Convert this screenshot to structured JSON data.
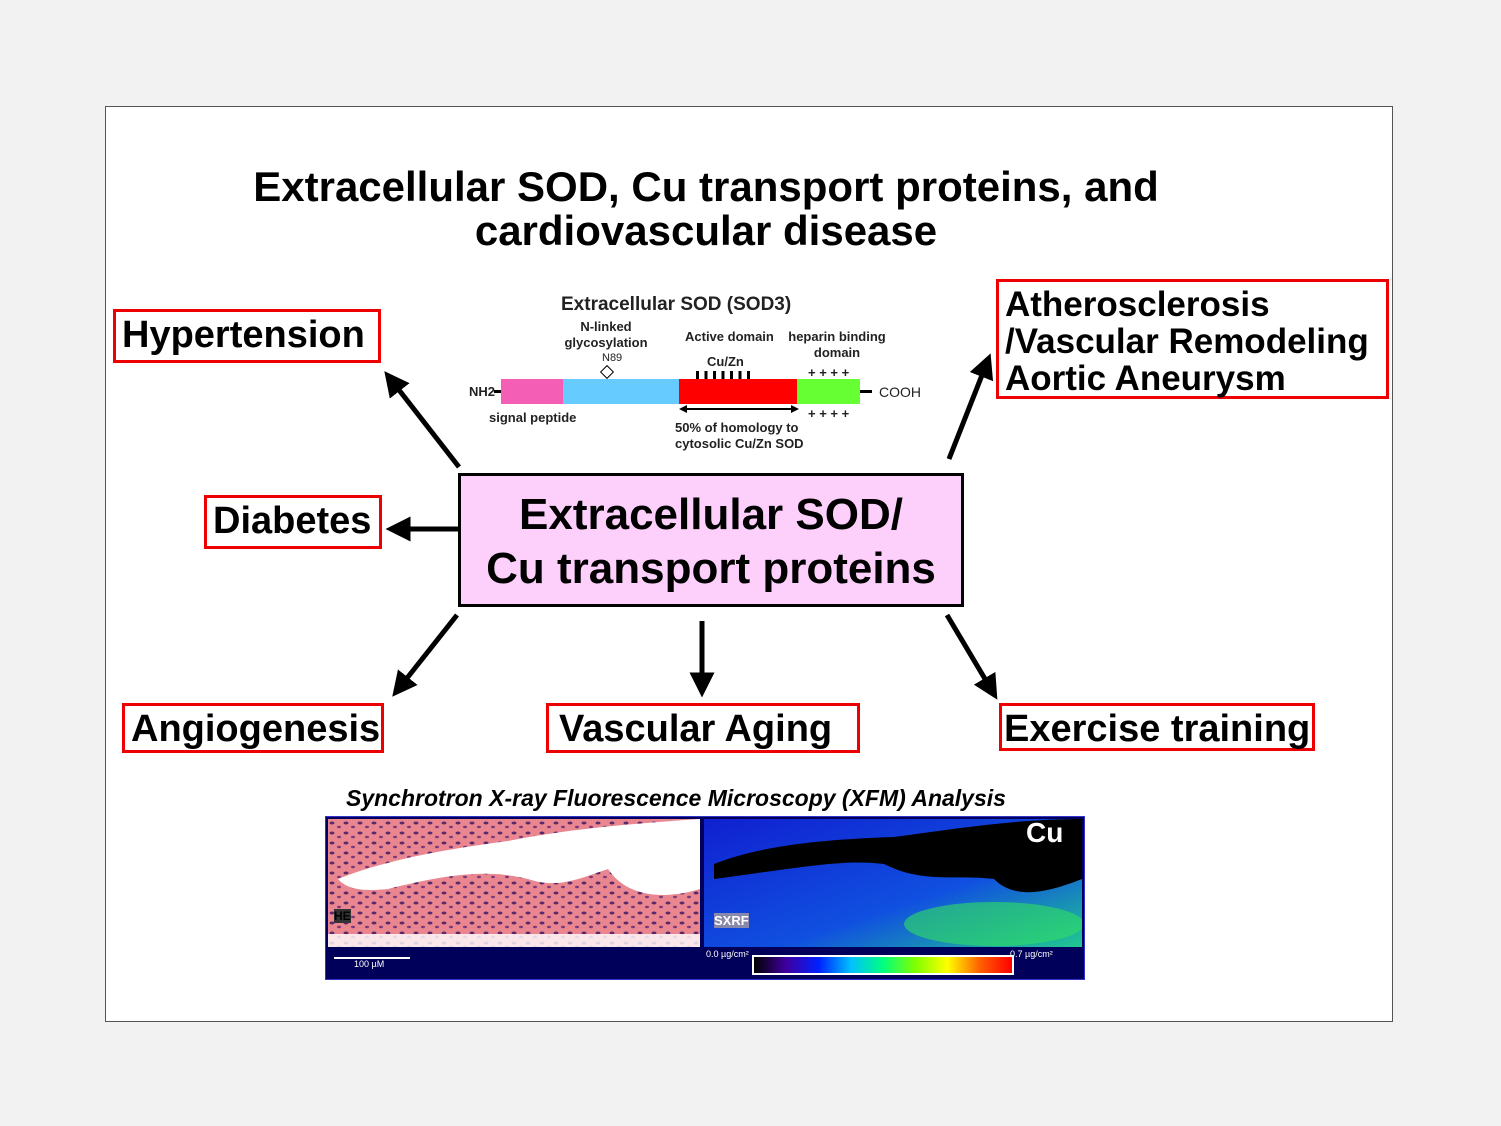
{
  "title_line1": "Extracellular SOD, Cu transport proteins, and",
  "title_line2": "cardiovascular disease",
  "center_line1": "Extracellular SOD/",
  "center_line2": "Cu transport proteins",
  "outcomes": {
    "hypertension": "Hypertension",
    "diabetes": "Diabetes",
    "angiogenesis": "Angiogenesis",
    "vascular_aging": "Vascular Aging",
    "exercise": "Exercise training",
    "athero_1": "Atherosclerosis",
    "athero_2": "/Vascular Remodeling",
    "athero_3": "Aortic Aneurysm"
  },
  "sod3": {
    "title": "Extracellular SOD (SOD3)",
    "nlinked_1": "N-linked",
    "nlinked_2": "glycosylation",
    "n89": "N89",
    "active": "Active domain",
    "heparin_1": "heparin binding",
    "heparin_2": "domain",
    "cuzn": "Cu/Zn",
    "nh2": "NH2",
    "cooh": "COOH",
    "signal": "signal peptide",
    "plus": "+ + + +",
    "homology_1": "50% of homology to",
    "homology_2": "cytosolic Cu/Zn SOD",
    "colors": {
      "signal": "#f45fb5",
      "mid": "#66ccff",
      "active": "#ff0000",
      "heparin": "#66ff33"
    }
  },
  "xfm": {
    "title": "Synchrotron X-ray Fluorescence Microscopy (XFM) Analysis",
    "he": "HE",
    "sxrf": "SXRF",
    "cu": "Cu",
    "scale": "100 µM",
    "min": "0.0 µg/cm²",
    "max": "0.7 µg/cm²"
  }
}
